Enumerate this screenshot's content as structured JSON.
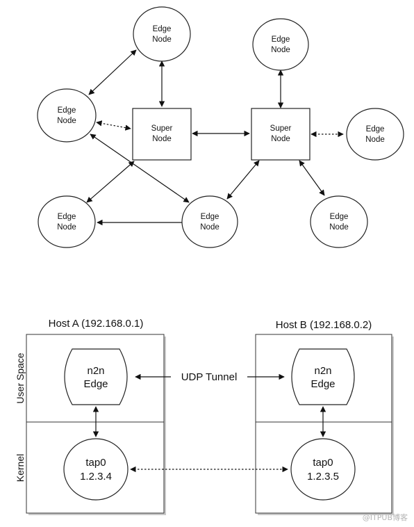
{
  "top_diagram": {
    "edge_node_label": [
      "Edge",
      "Node"
    ],
    "super_node_label": [
      "Super",
      "Node"
    ]
  },
  "bottom_diagram": {
    "host_a_title": "Host A (192.168.0.1)",
    "host_b_title": "Host B (192.168.0.2)",
    "user_space_label": "User Space",
    "kernel_label": "Kernel",
    "n2n_edge_label": [
      "n2n",
      "Edge"
    ],
    "udp_tunnel_label": "UDP Tunnel",
    "tap_a_label": [
      "tap0",
      "1.2.3.4"
    ],
    "tap_b_label": [
      "tap0",
      "1.2.3.5"
    ]
  },
  "watermark": "@ITPUB博客"
}
